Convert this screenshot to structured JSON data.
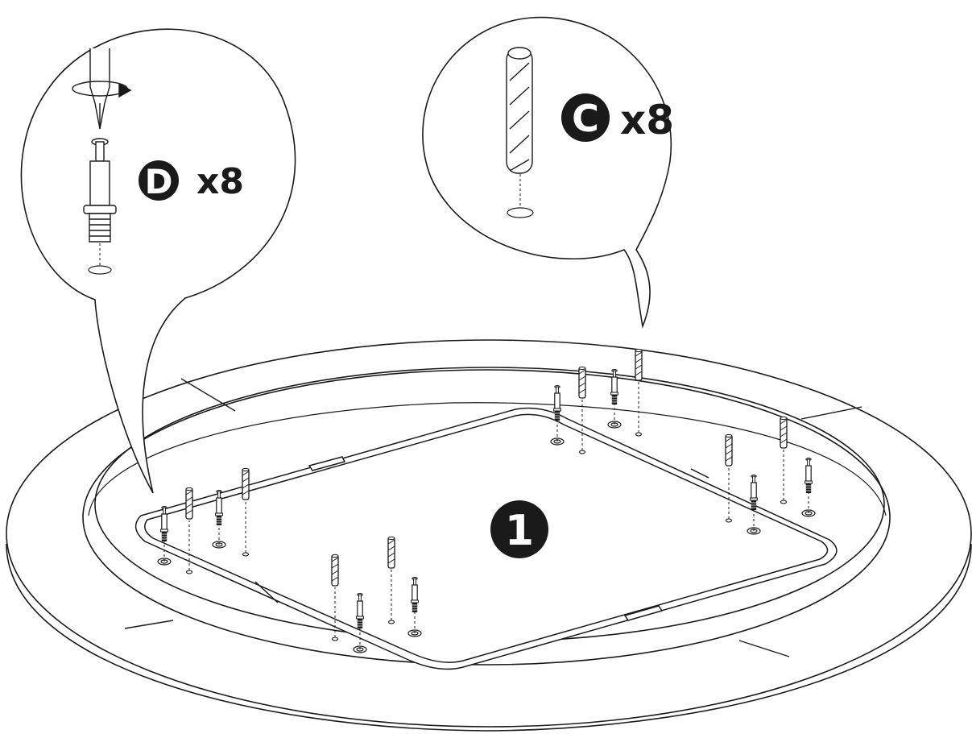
{
  "step": {
    "number": "1"
  },
  "callouts": [
    {
      "id": "D",
      "letter": "D",
      "quantity": "x8",
      "part_icon": "cam-bolt-icon",
      "tool_icon": "screwdriver-icon"
    },
    {
      "id": "C",
      "letter": "C",
      "quantity": "x8",
      "part_icon": "wooden-dowel-icon"
    }
  ],
  "colors": {
    "ink": "#1a1a1a",
    "background": "#ffffff"
  }
}
